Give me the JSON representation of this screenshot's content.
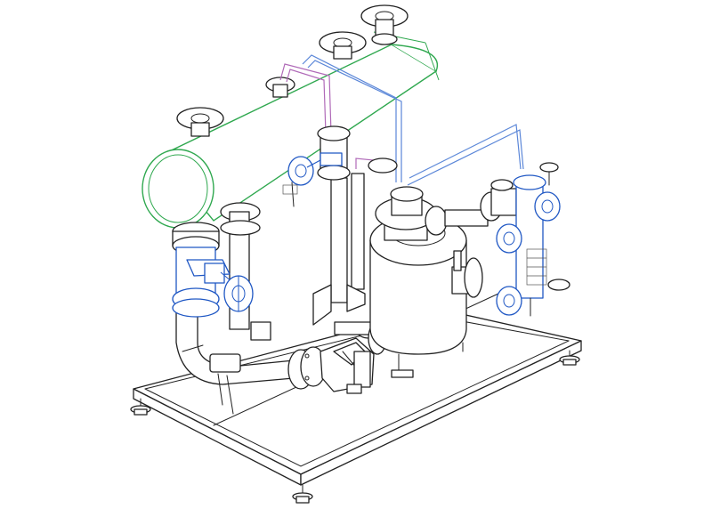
{
  "colors": {
    "outline": "#222222",
    "condenser": "#2fa84f",
    "valves": "#1f57c4",
    "vent_line": "#5a86d8",
    "steam_line": "#b06ab8",
    "background": "#ffffff"
  },
  "components": [
    {
      "id": "base-frame",
      "label": ""
    },
    {
      "id": "condenser-shell",
      "label": ""
    },
    {
      "id": "receiver-tank",
      "label": ""
    },
    {
      "id": "sight-glass-assembly",
      "label": ""
    },
    {
      "id": "strainer",
      "label": ""
    },
    {
      "id": "gate-valve",
      "label": ""
    },
    {
      "id": "leveling-feet",
      "label": ""
    }
  ]
}
